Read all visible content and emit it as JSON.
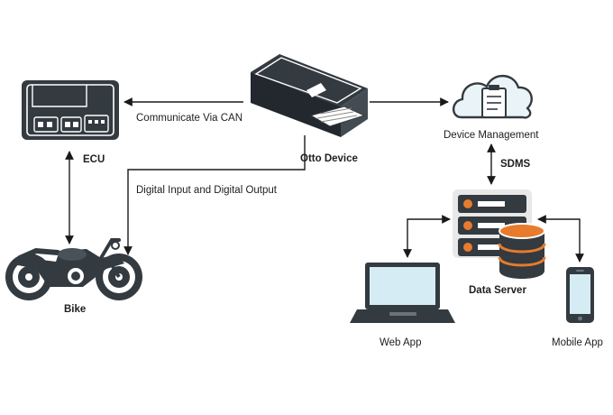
{
  "nodes": {
    "ecu": {
      "label": "ECU"
    },
    "otto_device": {
      "label": "Otto Device"
    },
    "device_management": {
      "label": "Device Management"
    },
    "bike": {
      "label": "Bike"
    },
    "data_server": {
      "label": "Data Server"
    },
    "web_app": {
      "label": "Web App"
    },
    "mobile_app": {
      "label": "Mobile App"
    }
  },
  "edges": {
    "can": {
      "label": "Communicate Via CAN"
    },
    "digital_io": {
      "label": "Digital Input and Digital Output"
    },
    "sdms": {
      "label": "SDMS"
    }
  },
  "colors": {
    "dark": "#333a40",
    "cloud_fill": "#eaf3f8",
    "orange": "#e87b2c",
    "screen": "#d6ecf5",
    "line": "#1a1a1a"
  }
}
